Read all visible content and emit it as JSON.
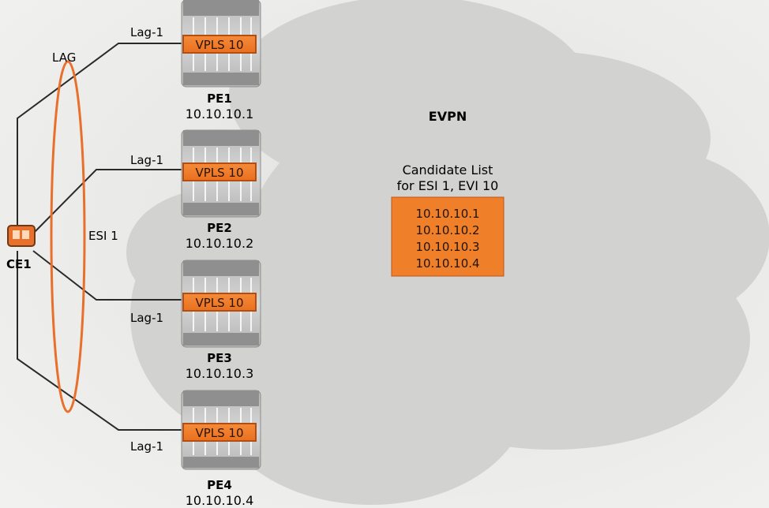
{
  "diagram": {
    "cloud_label": "EVPN",
    "lag_label": "LAG",
    "esi_label": "ESI 1",
    "ce": {
      "name": "CE1"
    },
    "pes": [
      {
        "name": "PE1",
        "ip": "10.10.10.1",
        "vpls": "VPLS 10",
        "link": "Lag-1"
      },
      {
        "name": "PE2",
        "ip": "10.10.10.2",
        "vpls": "VPLS 10",
        "link": "Lag-1"
      },
      {
        "name": "PE3",
        "ip": "10.10.10.3",
        "vpls": "VPLS 10",
        "link": "Lag-1"
      },
      {
        "name": "PE4",
        "ip": "10.10.10.4",
        "vpls": "VPLS 10",
        "link": "Lag-1"
      }
    ],
    "candidate": {
      "title_line1": "Candidate List",
      "title_line2": "for ESI 1, EVI 10",
      "entries": [
        "10.10.10.1",
        "10.10.10.2",
        "10.10.10.3",
        "10.10.10.4"
      ]
    },
    "colors": {
      "accent": "#f07f2a",
      "accent_border": "#c0551a",
      "cloud": "#d3d3d1",
      "router_body": "#c8c8c8",
      "router_dark": "#9a9a9a",
      "line": "#2a2a2a",
      "lag_ring": "#e8702c"
    }
  }
}
